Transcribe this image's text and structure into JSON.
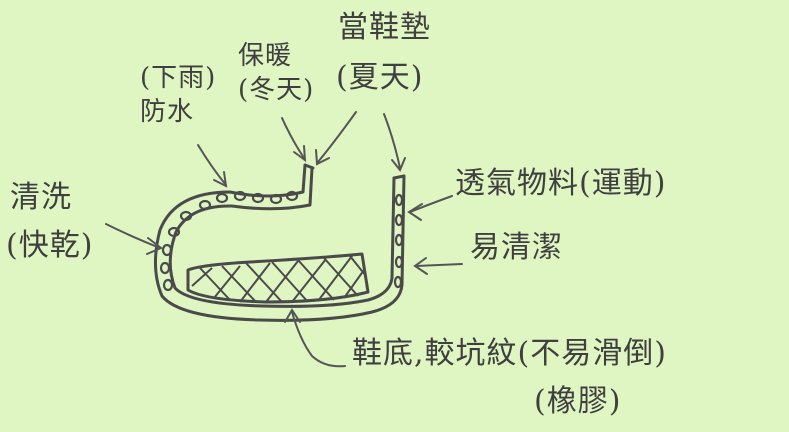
{
  "labels": {
    "rain_waterproof": "(下雨)",
    "waterproof": "防水",
    "keep_warm": "保暖",
    "winter": "(冬天)",
    "insole": "當鞋墊",
    "summer": "(夏天)",
    "breathable": "透氣物料(運動)",
    "easy_clean": "易清潔",
    "wash": "清洗",
    "quick_dry": "(快乾)",
    "sole": "鞋底,較坑紋(不易滑倒)",
    "rubber": "(橡膠)"
  },
  "colors": {
    "background": "#dff5c2",
    "ink": "#4a4a4a"
  }
}
